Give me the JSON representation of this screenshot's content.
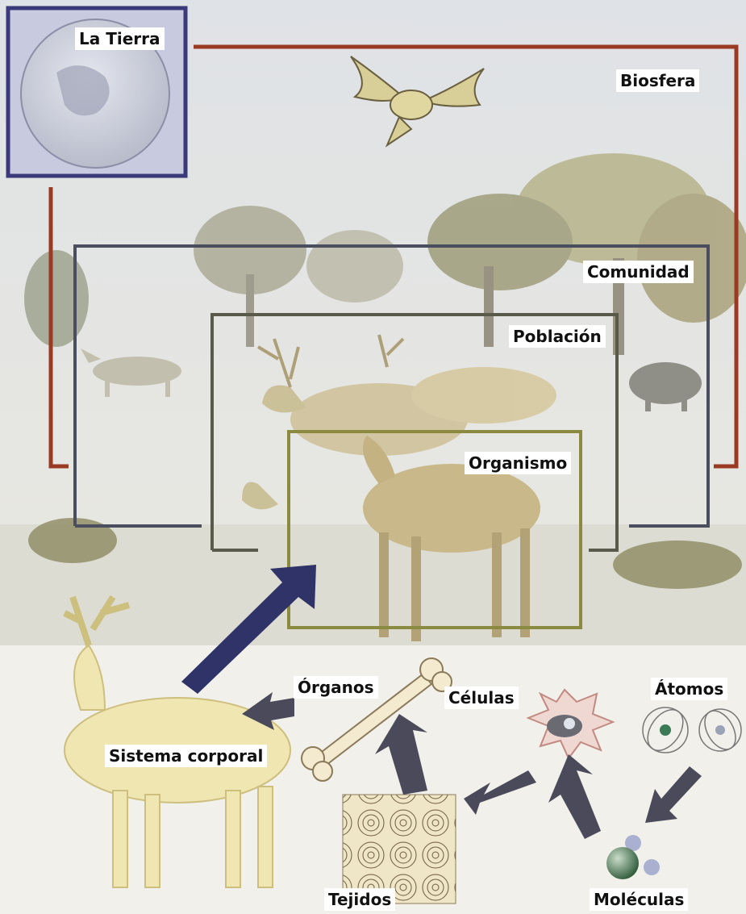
{
  "levels": {
    "tierra": "La Tierra",
    "biosfera": "Biosfera",
    "comunidad": "Comunidad",
    "poblacion": "Población",
    "organismo": "Organismo",
    "sistema": "Sistema corporal",
    "organos": "Órganos",
    "celulas": "Células",
    "atomos": "Átomos",
    "tejidos": "Tejidos",
    "moleculas": "Moléculas"
  },
  "colors": {
    "biosfera_frame": "#9a3a22",
    "comunidad_frame": "#4a4e5e",
    "poblacion_frame": "#5a5a4a",
    "organismo_frame": "#8a8a40",
    "tierra_frame": "#3a3a7a",
    "arrow": "#2f3368"
  }
}
